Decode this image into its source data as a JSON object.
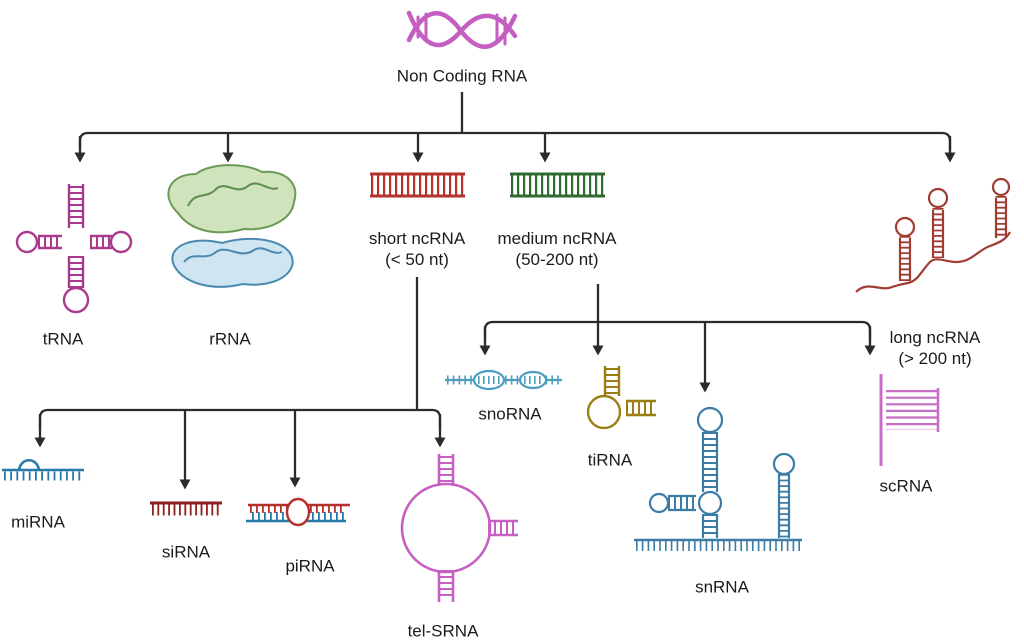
{
  "diagram": {
    "root": {
      "label": "Non Coding RNA"
    },
    "level1": [
      {
        "id": "tRNA",
        "label": "tRNA"
      },
      {
        "id": "rRNA",
        "label": "rRNA"
      },
      {
        "id": "short-ncRNA",
        "label": "short ncRNA",
        "sublabel": "(< 50 nt)"
      },
      {
        "id": "medium-ncRNA",
        "label": "medium ncRNA",
        "sublabel": "(50-200 nt)"
      },
      {
        "id": "long-ncRNA",
        "label": "long ncRNA",
        "sublabel": "(> 200 nt)"
      }
    ],
    "short_ncRNA_children": [
      {
        "label": "miRNA"
      },
      {
        "label": "siRNA"
      },
      {
        "label": "piRNA"
      },
      {
        "label": "tel-SRNA"
      }
    ],
    "medium_ncRNA_children": [
      {
        "label": "snoRNA"
      },
      {
        "label": "tiRNA"
      },
      {
        "label": "snRNA"
      },
      {
        "label": "scRNA"
      }
    ]
  },
  "icons": {
    "root": "dna-double-helix-icon",
    "tRNA": "trna-cloverleaf-icon",
    "rRNA": "rrna-subunits-icon",
    "short_ncRNA": "red-dsrna-ladder-icon",
    "medium_ncRNA": "green-dsrna-ladder-icon",
    "long_ncRNA": "long-hairpin-strand-icon",
    "miRNA": "mirna-hairpin-icon",
    "siRNA": "sirna-duplex-icon",
    "piRNA": "pirna-duplex-bulge-icon",
    "tel_SRNA": "circular-rna-icon",
    "snoRNA": "snorna-bubbles-icon",
    "tiRNA": "tirna-loop-icon",
    "snRNA": "snrna-branched-icon",
    "scRNA": "scrna-ladder-icon"
  },
  "colors": {
    "helix": "#c45ec2",
    "tRNA": "#a93a8c",
    "rRNA_green_fill": "#cfe3bd",
    "rRNA_green_stroke": "#6a9a55",
    "rRNA_blue_fill": "#cfe6f2",
    "rRNA_blue_stroke": "#4a8ab0",
    "short_ncRNA": "#b5312b",
    "medium_ncRNA": "#2f6b31",
    "long_ncRNA": "#a03c32",
    "miRNA": "#2779a8",
    "siRNA": "#8e1f1f",
    "piRNA_red": "#b5312b",
    "piRNA_blue": "#2779a8",
    "tel_SRNA": "#c75fc3",
    "snoRNA": "#4e9cc0",
    "tiRNA": "#9b7d12",
    "snRNA": "#3a7ca5",
    "scRNA": "#c66fc4",
    "connector": "#2b2b2b",
    "background": "#ffffff",
    "text": "#1b1b1b"
  }
}
